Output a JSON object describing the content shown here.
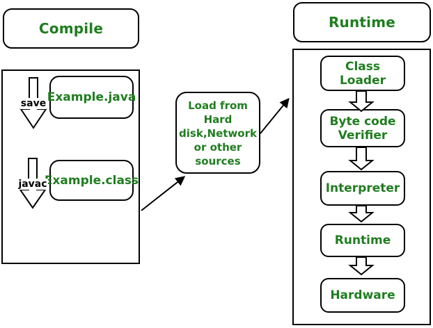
{
  "colors": {
    "accent_green": "#1f7d1f",
    "line_black": "#000000",
    "box_white": "#ffffff"
  },
  "compile": {
    "header": "Compile",
    "save_label": "save",
    "javac_label": "javac",
    "source_box": "Example.java",
    "class_box": "Example.class"
  },
  "load": {
    "lines": [
      "Load from",
      "Hard",
      "disk,Network",
      "or other",
      "sources"
    ]
  },
  "runtime": {
    "header": "Runtime",
    "stages": [
      "Class Loader",
      "Byte code Verifier",
      "Interpreter",
      "Runtime",
      "Hardware"
    ]
  }
}
